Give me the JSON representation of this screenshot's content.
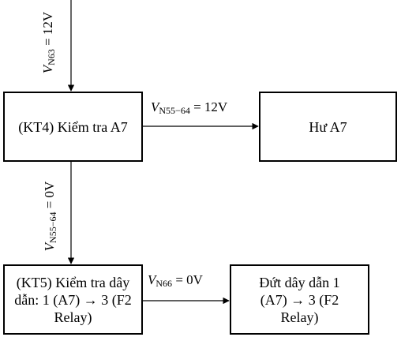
{
  "boxes": {
    "kt4": "(KT4) Kiểm tra A7",
    "a7_fault": "Hư A7",
    "kt5": "(KT5) Kiểm tra dây dẫn: 1 (A7) → 3 (F2 Relay)",
    "wire_fault": "Đứt dây dẫn 1 (A7) → 3 (F2 Relay)"
  },
  "labels": {
    "top": {
      "var": "V",
      "sub": "N63",
      "value": " = 12V"
    },
    "right_upper": {
      "var": "V",
      "sub": "N55−64",
      "value": " = 12V"
    },
    "down_middle": {
      "var": "V",
      "sub": "N55−64",
      "value": " = 0V"
    },
    "right_lower": {
      "var": "V",
      "sub": "N66",
      "value": " = 0V"
    }
  }
}
